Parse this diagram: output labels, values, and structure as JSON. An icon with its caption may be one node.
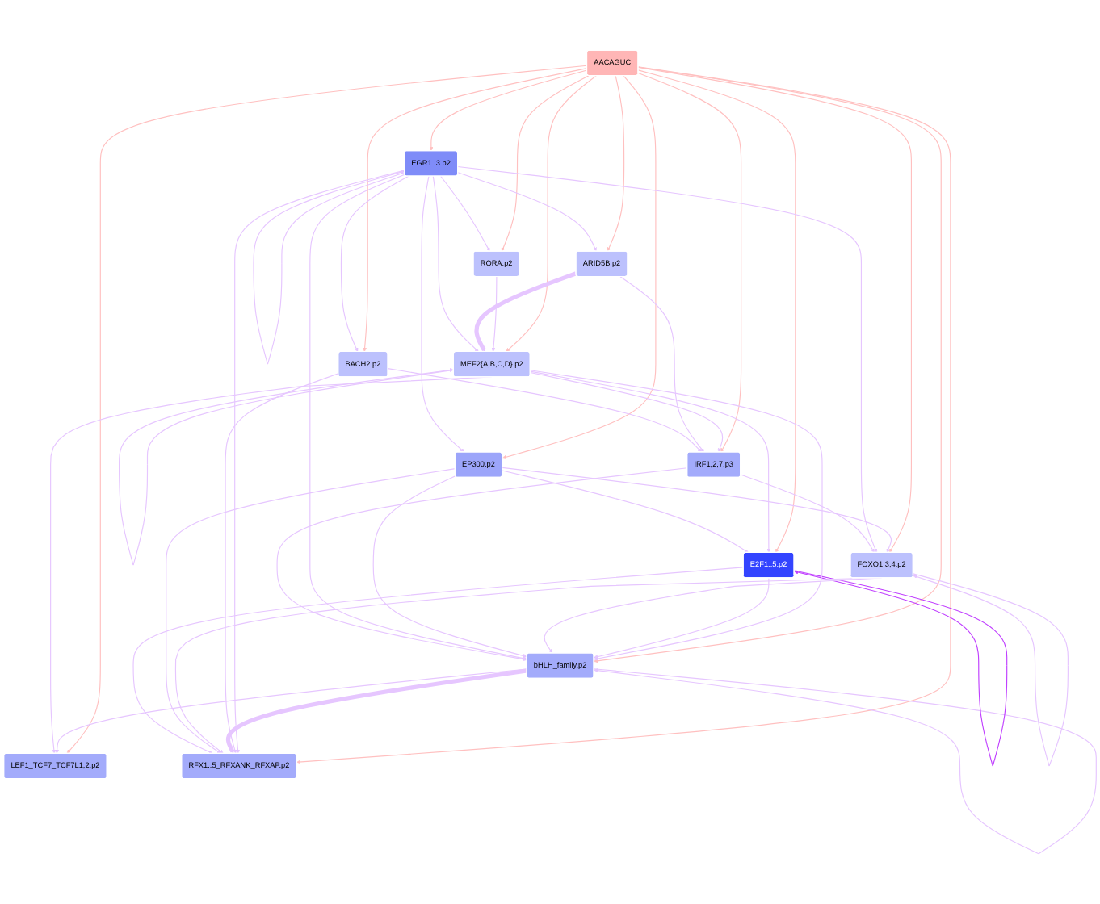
{
  "diagram": {
    "nodes": [
      {
        "text": [
          "AACAGUC"
        ]
      },
      {
        "text": [
          "IRF1,2,7.p3"
        ]
      },
      {
        "text": [
          "MEF2{A,B,C,D}.p2"
        ]
      },
      {
        "text": [
          "LEF1_TCF7_TCF7L1,2.p2"
        ]
      },
      {
        "text": [
          "bHLH_family.p2"
        ]
      },
      {
        "text": [
          "RFX1..5_RFXANK_RFXAP.p2"
        ]
      },
      {
        "text": [
          "E2F1..5.p2"
        ]
      },
      {
        "text": [
          "EGR1..3.p2"
        ]
      },
      {
        "text": [
          "EP300.p2"
        ]
      },
      {
        "text": [
          "BACH2.p2"
        ]
      },
      {
        "text": [
          "FOXO1,3,4.p2"
        ]
      },
      {
        "text": [
          "ARID5B.p2"
        ]
      },
      {
        "text": [
          "RORA.p2"
        ]
      }
    ],
    "edges": [
      {
        "from": 0,
        "to": 1,
        "arrow": "to",
        "color": "#ffc0c0"
      },
      {
        "from": 0,
        "to": 2,
        "arrow": "to",
        "color": "#ffc0c0"
      },
      {
        "from": 0,
        "to": 3,
        "arrow": "to",
        "color": "#ffc0c0"
      },
      {
        "from": 0,
        "to": 4,
        "arrow": "to",
        "color": "#ffc0c0"
      },
      {
        "from": 0,
        "to": 5,
        "arrow": "to",
        "color": "#ffc0c0"
      },
      {
        "from": 0,
        "to": 6,
        "arrow": "to",
        "color": "#ffc0c0"
      },
      {
        "from": 0,
        "to": 7,
        "arrow": "to",
        "color": "#ffc0c0"
      },
      {
        "from": 0,
        "to": 8,
        "arrow": "to",
        "color": "#ffc0c0"
      },
      {
        "from": 0,
        "to": 9,
        "arrow": "to",
        "color": "#ffc0c0"
      },
      {
        "from": 0,
        "to": 10,
        "arrow": "to",
        "color": "#ffc0c0"
      },
      {
        "from": 0,
        "to": 11,
        "arrow": "to",
        "color": "#ffc0c0"
      },
      {
        "from": 0,
        "to": 12,
        "arrow": "to",
        "color": "#ffc0c0"
      },
      {
        "from": 2,
        "to": 1,
        "arrow": "to"
      },
      {
        "from": 2,
        "to": 2,
        "arrow": "to"
      },
      {
        "from": 4,
        "to": 4,
        "arrow": "to"
      },
      {
        "from": 6,
        "to": 6,
        "arrow": "to",
        "color": "#c040ff"
      },
      {
        "from": 7,
        "to": 7,
        "arrow": "to"
      },
      {
        "from": 10,
        "to": 10,
        "arrow": "to"
      },
      {
        "from": 2,
        "to": 4,
        "arrow": "to"
      },
      {
        "from": 2,
        "to": 6,
        "arrow": "to"
      },
      {
        "from": 6,
        "to": 4,
        "arrow": "to"
      },
      {
        "from": 8,
        "to": 6,
        "arrow": "to"
      },
      {
        "from": 8,
        "to": 10,
        "arrow": "to"
      },
      {
        "from": 10,
        "to": 4,
        "arrow": "to"
      },
      {
        "from": 8,
        "to": 4,
        "arrow": "to"
      },
      {
        "from": 12,
        "to": 2,
        "arrow": "to"
      },
      {
        "from": 11,
        "to": 2,
        "arrow": "to",
        "style": "thick"
      },
      {
        "from": 11,
        "to": 1,
        "arrow": "to"
      },
      {
        "from": 9,
        "to": 1,
        "arrow": "to"
      },
      {
        "from": 7,
        "to": 4,
        "arrow": "to"
      },
      {
        "from": 7,
        "to": 2,
        "arrow": "to"
      },
      {
        "from": 7,
        "to": 9,
        "arrow": "to"
      },
      {
        "from": 7,
        "to": 11,
        "arrow": "to"
      },
      {
        "from": 7,
        "to": 12,
        "arrow": "to"
      },
      {
        "from": 7,
        "to": 8,
        "arrow": "to"
      },
      {
        "from": 7,
        "to": 10,
        "arrow": "to"
      },
      {
        "from": 7,
        "to": 5,
        "arrow": "to"
      },
      {
        "from": 9,
        "to": 5,
        "arrow": "to"
      },
      {
        "from": 4,
        "to": 3,
        "arrow": "to"
      },
      {
        "from": 4,
        "to": 5,
        "arrow": "to",
        "style": "thick"
      },
      {
        "from": 10,
        "to": 5,
        "arrow": "to"
      },
      {
        "from": 8,
        "to": 5,
        "arrow": "to"
      },
      {
        "from": 6,
        "to": 5,
        "arrow": "to"
      },
      {
        "from": 1,
        "to": 10,
        "arrow": "to"
      },
      {
        "from": 2,
        "to": 3,
        "arrow": "to"
      },
      {
        "from": 1,
        "to": 4,
        "arrow": "to"
      }
    ]
  }
}
